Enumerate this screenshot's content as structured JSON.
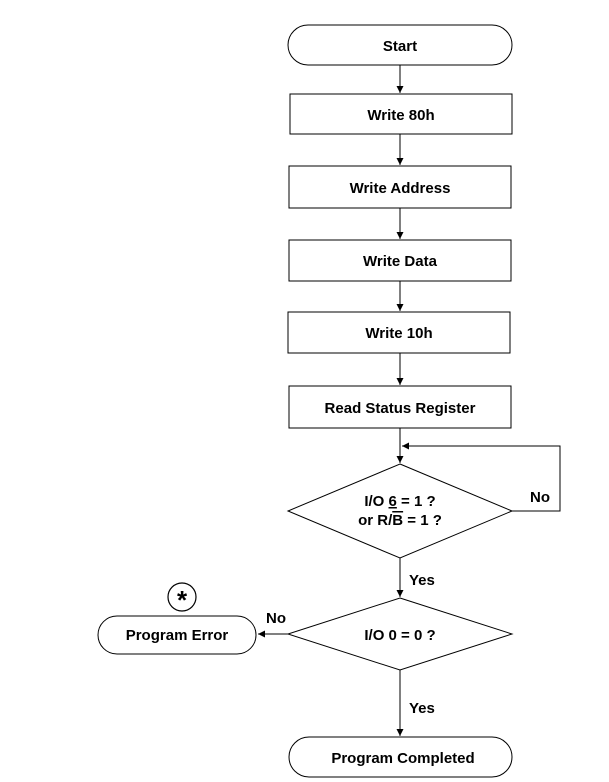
{
  "flowchart": {
    "start": "Start",
    "step1": "Write 80h",
    "step2": "Write Address",
    "step3": "Write Data",
    "step4": "Write 10h",
    "step5": "Read Status Register",
    "decision1": {
      "line1_prefix": "I/O ",
      "line1_digit": "6",
      "line1_suffix": " = 1 ?",
      "line2_prefix": "or R/",
      "line2_bar": "B",
      "line2_suffix": " = 1 ?"
    },
    "decision1_no": "No",
    "decision1_yes": "Yes",
    "decision2": "I/O 0 = 0 ?",
    "decision2_no": "No",
    "decision2_yes": "Yes",
    "error": "Program Error",
    "end": "Program Completed",
    "note_marker": "*"
  }
}
